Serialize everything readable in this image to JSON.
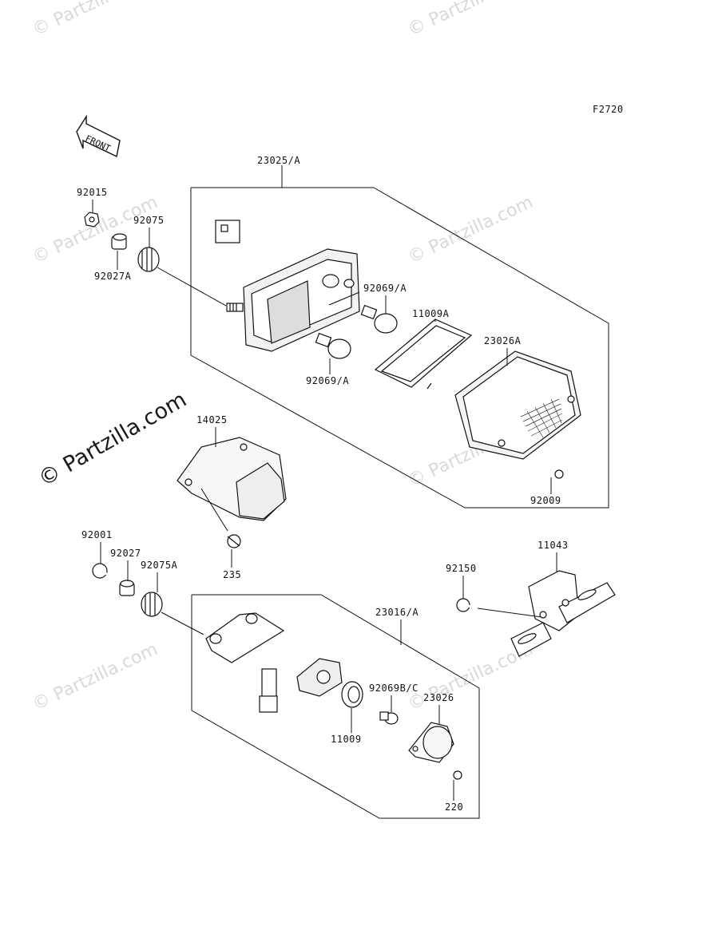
{
  "figure_code": "F2720",
  "front_label": "FRONT",
  "watermark": "© Partzilla.com",
  "parts": {
    "p23025A": "23025/A",
    "p92015": "92015",
    "p92075": "92075",
    "p92027A": "92027A",
    "p92069A_top": "92069/A",
    "p11009A": "11009A",
    "p23026A": "23026A",
    "p92069A_bot": "92069/A",
    "p14025": "14025",
    "p92009": "92009",
    "p92001": "92001",
    "p92027": "92027",
    "p92075A": "92075A",
    "p235": "235",
    "p11043": "11043",
    "p92150": "92150",
    "p23016A": "23016/A",
    "p92069BC": "92069B/C",
    "p23026": "23026",
    "p11009": "11009",
    "p220": "220"
  }
}
